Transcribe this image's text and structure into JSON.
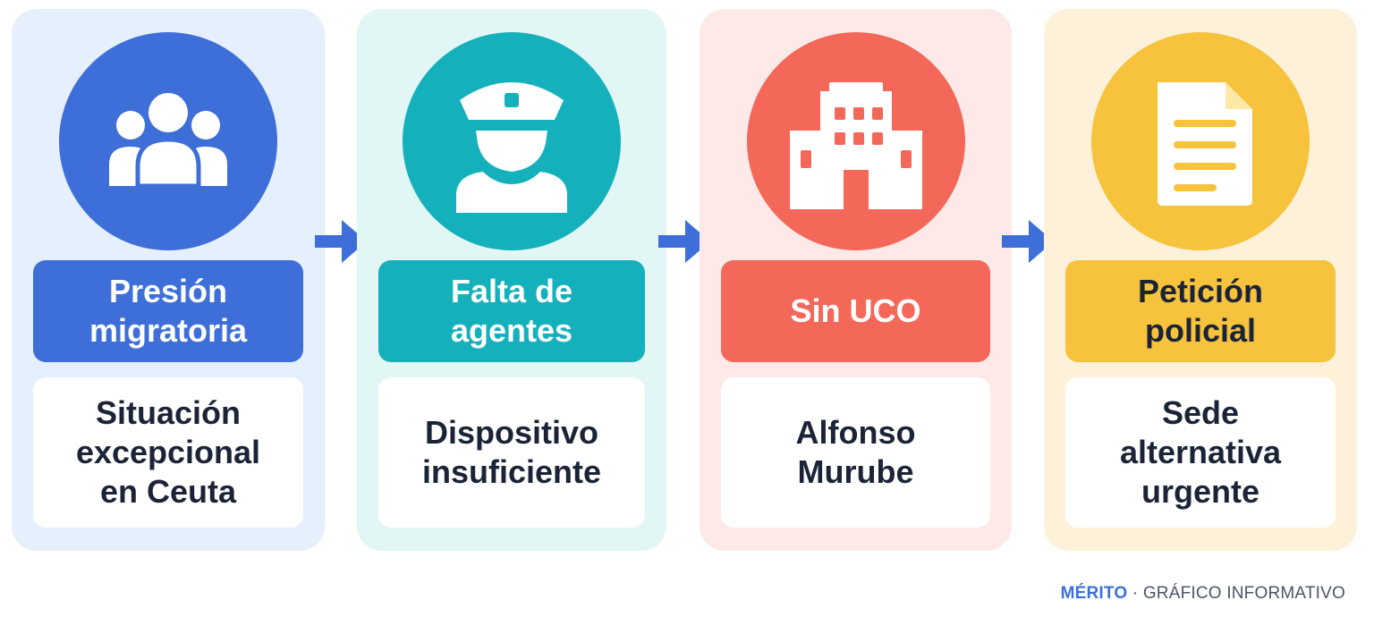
{
  "steps": [
    {
      "label": "Presión\nmigratoria",
      "description": "Situación\nexcepcional\nen Ceuta",
      "icon": "people-group-icon",
      "color": "#3e6fd8"
    },
    {
      "label": "Falta de\nagentes",
      "description": "Dispositivo\ninsuficiente",
      "icon": "police-officer-icon",
      "color": "#14b1bc"
    },
    {
      "label": "Sin UCO",
      "description": "Alfonso\nMurube",
      "icon": "building-icon",
      "color": "#f4685a"
    },
    {
      "label": "Petición\npolicial",
      "description": "Sede\nalternativa\nurgente",
      "icon": "document-icon",
      "color": "#f7c23c"
    }
  ],
  "footer": {
    "brand": "MÉRITO",
    "separator": " · ",
    "text": "GRÁFICO INFORMATIVO"
  },
  "colors": {
    "arrow": "#3e6fd8",
    "text_dark": "#1b2437"
  }
}
